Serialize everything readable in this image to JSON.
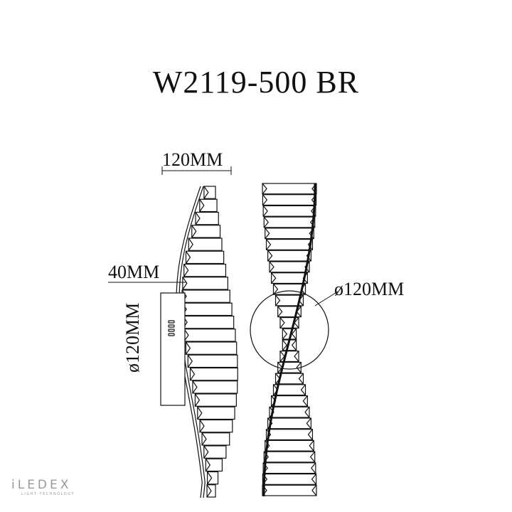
{
  "title": "W2119-500 BR",
  "dimensions": {
    "width_top": "120MM",
    "depth": "40MM",
    "base_diameter_side": "ø120MM",
    "base_diameter_front": "ø120MM"
  },
  "logo": {
    "name": "iLEDEX",
    "tagline": "LIGHT TECHNOLOGY"
  },
  "colors": {
    "line": "#111111",
    "logo": "#999999"
  }
}
